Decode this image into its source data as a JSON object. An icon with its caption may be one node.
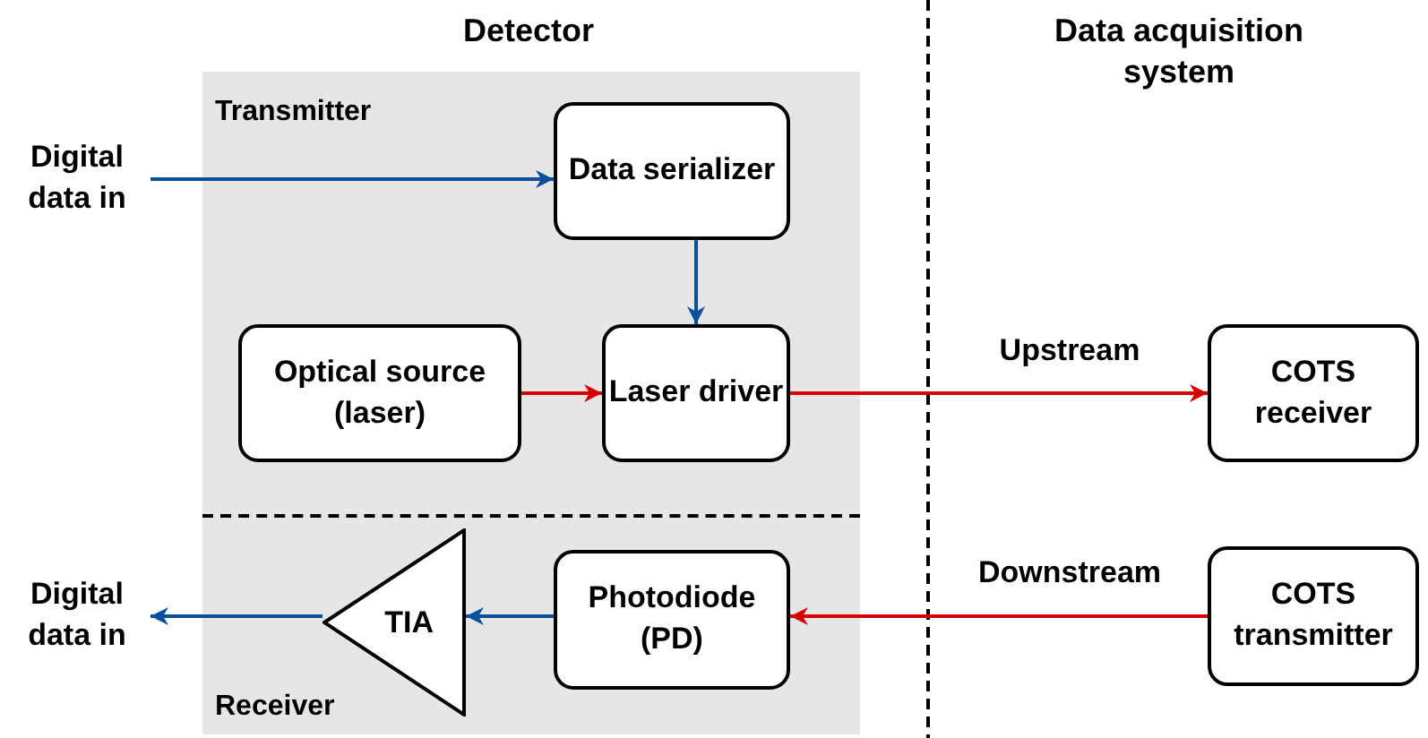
{
  "diagram": {
    "nodes": [
      {
        "text": [
          "Transmitter"
        ]
      },
      {
        "text": [
          "Receiver"
        ]
      },
      {
        "text": [
          "Digital data in"
        ]
      },
      {
        "text": [
          "Data serializer"
        ],
        "in": 0
      },
      {
        "text": [
          "Optical source (laser)"
        ],
        "in": 0
      },
      {
        "text": [
          "Laser driver"
        ],
        "in": 0
      },
      {
        "text": [
          "COTS receiver"
        ]
      },
      {
        "text": [
          "Digital data in"
        ]
      },
      {
        "text": [
          "TIA"
        ],
        "in": 1
      },
      {
        "text": [
          "Photodiode (PD)"
        ],
        "in": 1
      },
      {
        "text": [
          "COTS transmitter"
        ]
      }
    ],
    "edges": [
      {
        "from": 2,
        "to": 3,
        "arrow": "to"
      },
      {
        "from": 3,
        "to": 5,
        "arrow": "to"
      },
      {
        "from": 4,
        "to": 5,
        "arrow": "to",
        "color": "#d40000"
      },
      {
        "from": 5,
        "to": 6,
        "arrow": "to",
        "label": "Upstream",
        "color": "#d40000"
      },
      {
        "from": 10,
        "to": 9,
        "arrow": "to",
        "label": "Downstream",
        "color": "#d40000"
      },
      {
        "from": 9,
        "to": 8,
        "arrow": "to"
      },
      {
        "from": 8,
        "to": 7,
        "arrow": "to"
      }
    ],
    "labels": [
      "Detector",
      "Data acquisition system"
    ]
  }
}
